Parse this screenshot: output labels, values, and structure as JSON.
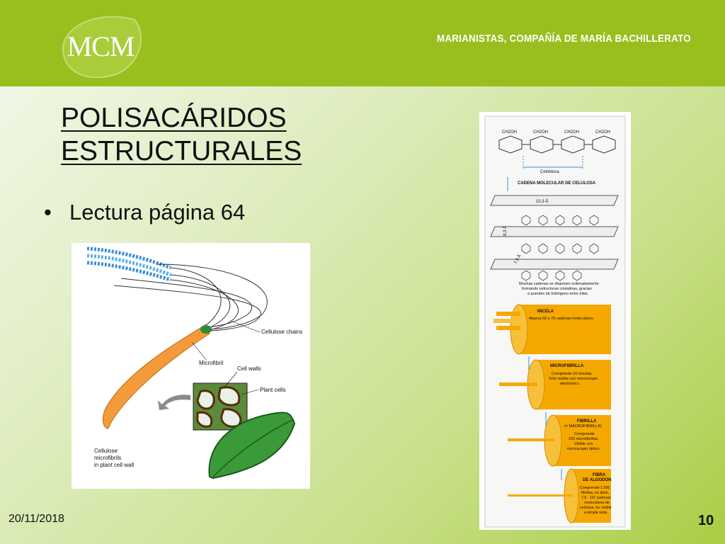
{
  "header": {
    "logo_text": "MCM",
    "organization": "MARIANISTAS, COMPAÑÍA DE MARÍA BACHILLERATO"
  },
  "slide": {
    "title_line1": "POLISACÁRIDOS",
    "title_line2": "ESTRUCTURALES",
    "bullet": "Lectura página 64",
    "date": "20/11/2018",
    "page_number": "10"
  },
  "left_figure": {
    "label_chains": "Cellulose chains",
    "label_microfibril": "Microfibril",
    "label_cell_walls": "Cell walls",
    "label_plant_cells": "Plant cells",
    "label_caption_1": "Cellulose",
    "label_caption_2": "microfibrils",
    "label_caption_3": "in plant cell wall"
  },
  "right_figure": {
    "ch2oh": "CH2OH",
    "celobiosa": "Celobiosa",
    "cadena": "CADENA MOLECULAR DE CELULOSA",
    "dim1": "10,3 Å",
    "dim2": "8,3 Å",
    "dim3": "7,9 Å",
    "muchas_1": "Muchas cadenas se disponen ordenadamente",
    "muchas_2": "formando estructuras cristalinas, gracias",
    "muchas_3": "a puentes de hidrógeno entre ellas.",
    "micela_title": "MICELA",
    "micela_text": "Abarca 60 o 70 cadenas moleculares.",
    "microfibrilla_title": "MICROFIBRILLA",
    "microfibrilla_1": "Comprende 20 micelas.",
    "microfibrilla_2": "Sólo visible con microscopio",
    "microfibrilla_3": "electrónico.",
    "fibrilla_title_1": "FIBRILLA",
    "fibrilla_title_2": "(= MACROFIBRILLA)",
    "fibrilla_1": "Comprende",
    "fibrilla_2": "250 microfibrillas.",
    "fibrilla_3": "Visible con",
    "fibrilla_4": "microscopio óptico.",
    "fibra_title_1": "FIBRA",
    "fibra_title_2": "DE ALGODÓN",
    "fibra_1": "Comprende 1.500",
    "fibra_2": "fibrillas, es decir,",
    "fibra_3": "7,5 · 10⁶ cadenas",
    "fibra_4": "moleculares de",
    "fibra_5": "celulosa. Es visible",
    "fibra_6": "a simple vista."
  },
  "colors": {
    "header_green": "#98bf1d",
    "fiber_orange": "#f5a800"
  }
}
